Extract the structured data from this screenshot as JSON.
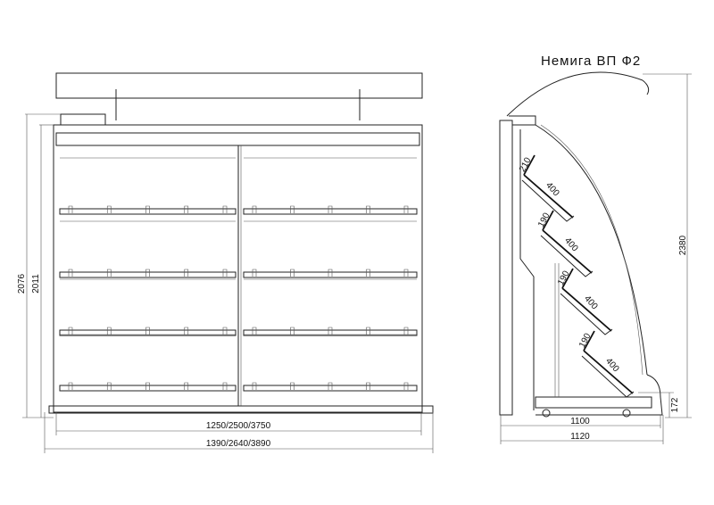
{
  "title": "Немига ВП Ф2",
  "front_view": {
    "height_total": "2076",
    "height_body": "2011",
    "width_inner": "1250/2500/3750",
    "width_outer": "1390/2640/3890"
  },
  "side_view": {
    "height_total": "2380",
    "depth_inner": "1100",
    "depth_outer": "1120",
    "base_height": "172",
    "shelf_dims": [
      {
        "gap": "210",
        "depth": "400"
      },
      {
        "gap": "190",
        "depth": "400"
      },
      {
        "gap": "190",
        "depth": "400"
      },
      {
        "gap": "190",
        "depth": "400"
      }
    ]
  }
}
